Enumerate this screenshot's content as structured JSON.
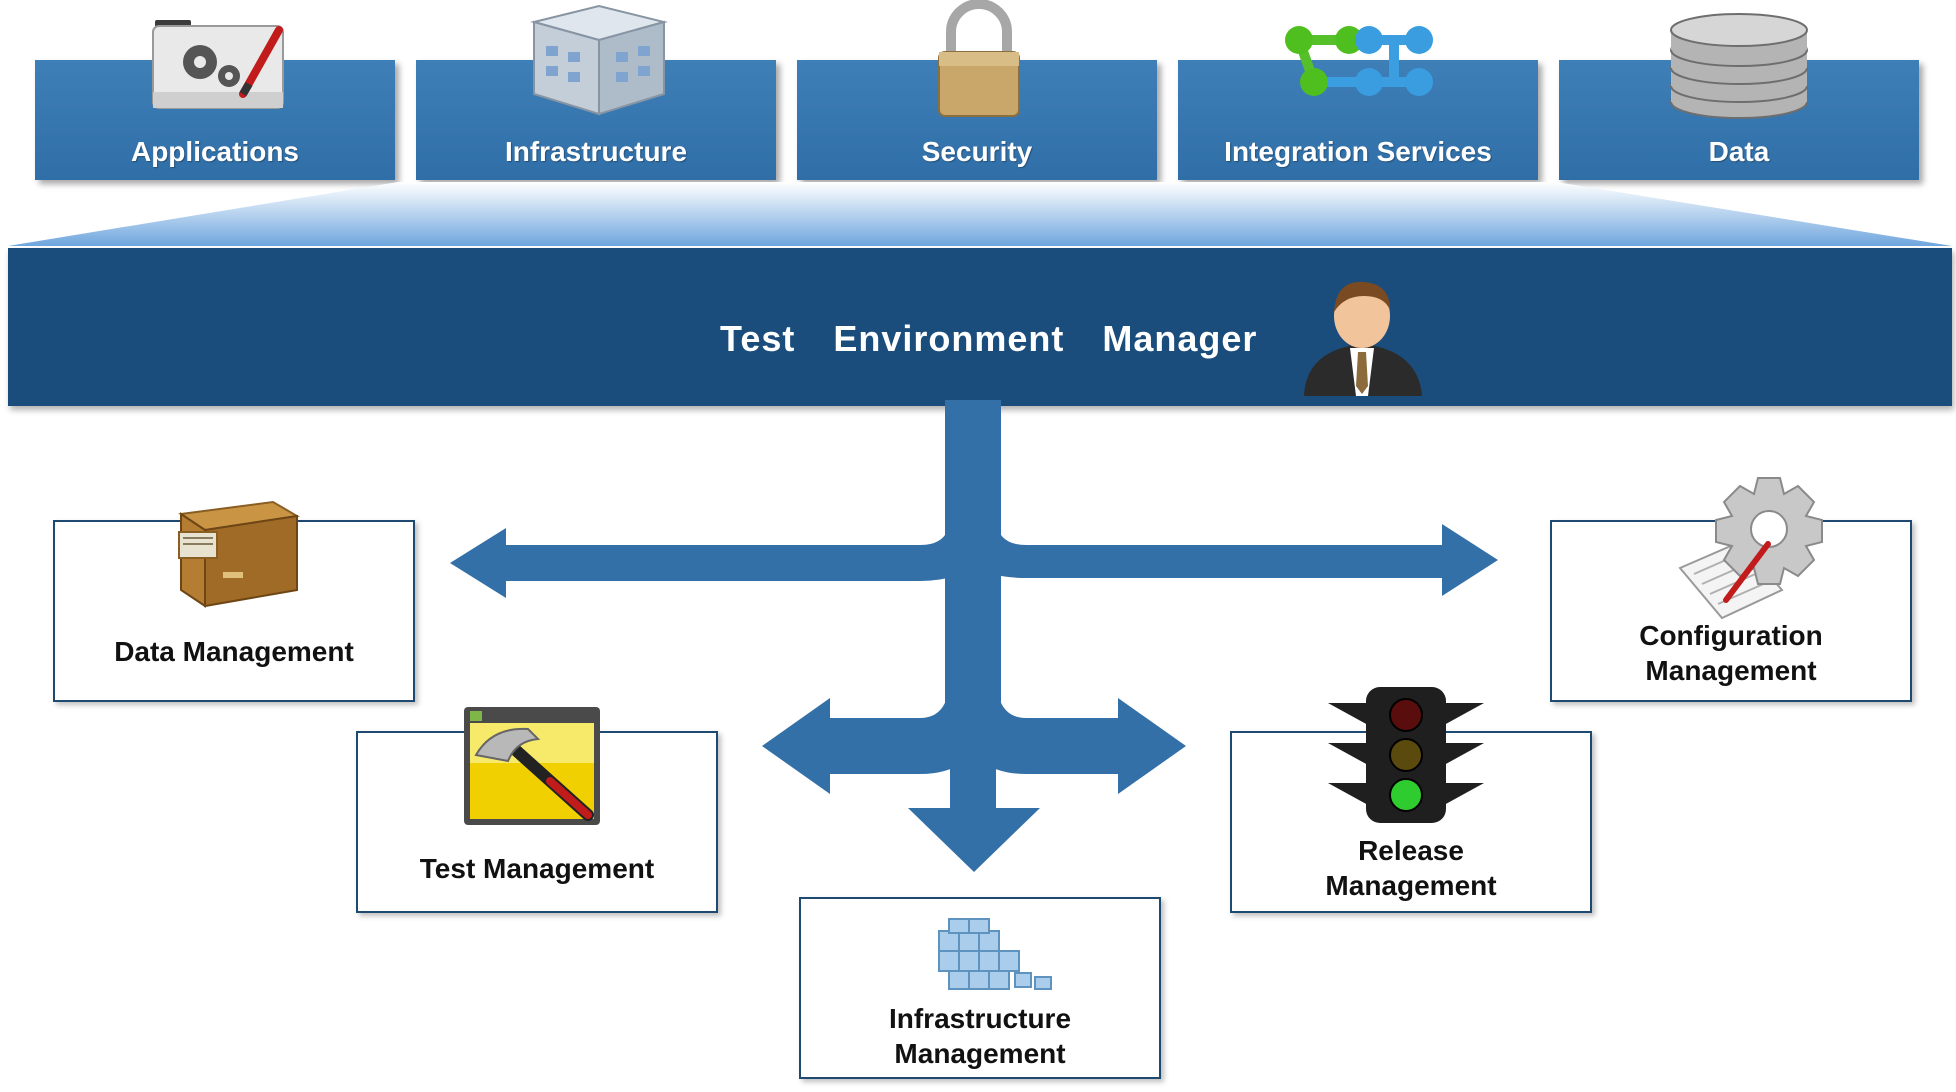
{
  "top_tiles": [
    {
      "label": "Applications",
      "icon": "gear-folder-icon"
    },
    {
      "label": "Infrastructure",
      "icon": "server-cube-icon"
    },
    {
      "label": "Security",
      "icon": "padlock-icon"
    },
    {
      "label": "Integration Services",
      "icon": "molecule-network-icon"
    },
    {
      "label": "Data",
      "icon": "database-icon"
    }
  ],
  "manager": {
    "title": "Test  Environment  Manager",
    "icon": "business-person-icon"
  },
  "boxes": {
    "data_management": {
      "label": "Data Management",
      "icon": "filing-cabinet-icon"
    },
    "test_management": {
      "label": "Test Management",
      "icon": "hammer-window-icon"
    },
    "infrastructure_management": {
      "line1": "Infrastructure",
      "line2": "Management",
      "icon": "blocks-icon"
    },
    "release_management": {
      "line1": "Release",
      "line2": "Management",
      "icon": "traffic-light-icon"
    },
    "configuration_management": {
      "line1": "Configuration",
      "line2": "Management",
      "icon": "gear-document-icon"
    }
  },
  "colors": {
    "tile_blue": "#2f6ea7",
    "bar_navy": "#1a4d7c",
    "arrow_blue": "#3470a8",
    "box_border": "#1e4a72"
  }
}
